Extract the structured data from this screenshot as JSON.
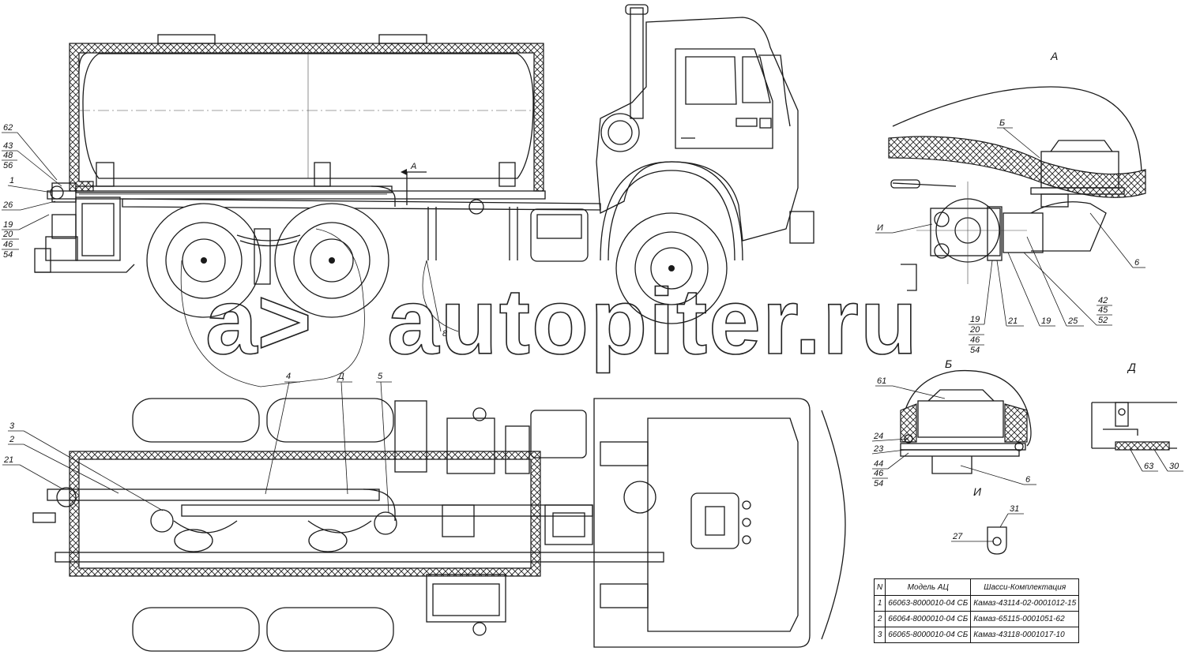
{
  "views": {
    "a": "А",
    "b": "Б",
    "i": "И",
    "d": "Д"
  },
  "section_arrow": "А",
  "callouts_side": {
    "c62": "62",
    "c43": "43",
    "c48": "48",
    "c56": "56",
    "c1": "1",
    "c26": "26",
    "c19": "19",
    "c20": "20",
    "c46": "46",
    "c54": "54",
    "c8": "8"
  },
  "callouts_plan": {
    "c3": "3",
    "c2": "2",
    "c21": "21",
    "c4": "4",
    "cd": "Д",
    "c5": "5"
  },
  "callouts_a": {
    "b_mark": "Б",
    "i_mark": "И",
    "c6": "6",
    "c42": "42",
    "c45": "45",
    "c52": "52",
    "c19": "19",
    "c20": "20",
    "c46": "46",
    "c54": "54",
    "c21": "21",
    "c19b": "19",
    "c25": "25"
  },
  "callouts_b": {
    "c61": "61",
    "c24": "24",
    "c23": "23",
    "c44": "44",
    "c46": "46",
    "c54": "54",
    "c6": "6"
  },
  "callouts_i": {
    "c31": "31",
    "c27": "27"
  },
  "callouts_d": {
    "c63": "63",
    "c30": "30"
  },
  "watermark": {
    "logo": "a>",
    "text": "autopiter.ru"
  },
  "table": {
    "headers": [
      "N",
      "Модель АЦ",
      "Шасси-Комплектация"
    ],
    "rows": [
      [
        "1",
        "66063-8000010-04 СБ",
        "Камаз-43114-02-0001012-15"
      ],
      [
        "2",
        "66064-8000010-04 СБ",
        "Камаз-65115-0001051-62"
      ],
      [
        "3",
        "66065-8000010-04 СБ",
        "Камаз-43118-0001017-10"
      ]
    ]
  }
}
